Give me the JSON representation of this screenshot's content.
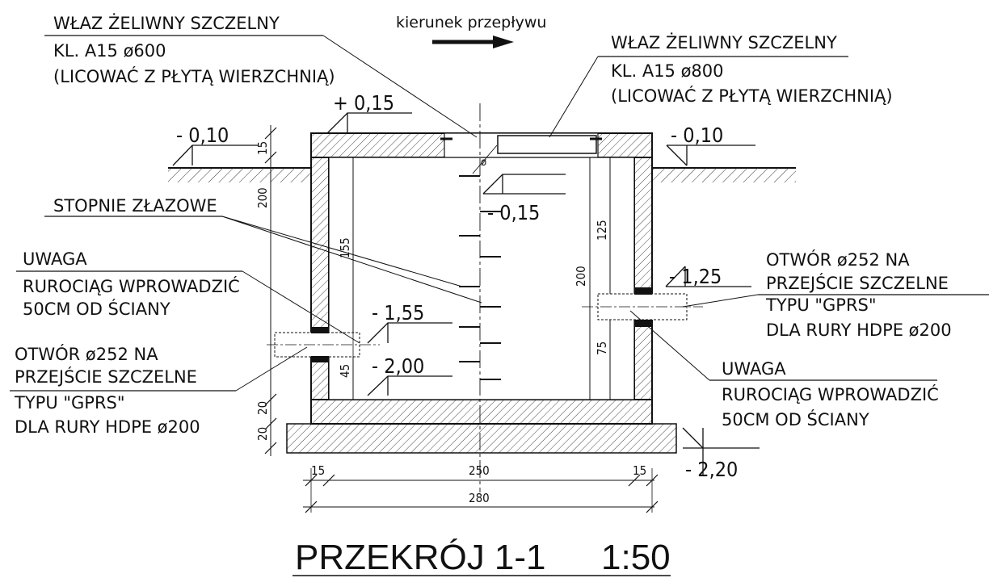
{
  "flow": {
    "label": "kierunek przepływu"
  },
  "notes": {
    "manhole_left": {
      "line1": "WŁAZ ŻELIWNY SZCZELNY",
      "line2": "KL. A15 ø600",
      "line3": "(LICOWAĆ Z PŁYTĄ WIERZCHNIĄ)"
    },
    "manhole_right": {
      "line1": "WŁAZ ŻELIWNY SZCZELNY",
      "line2": "KL. A15 ø800",
      "line3": "(LICOWAĆ Z PŁYTĄ WIERZCHNIĄ)"
    },
    "steps": "STOPNIE ZŁAZOWE",
    "warning_left": {
      "line1": "UWAGA",
      "line2": "RUROCIĄG WPROWADZIĆ",
      "line3": "50CM OD ŚCIANY"
    },
    "warning_right": {
      "line1": "UWAGA",
      "line2": "RUROCIĄG WPROWADZIĆ",
      "line3": "50CM OD ŚCIANY"
    },
    "opening_left": {
      "line1": "OTWÓR ø252 NA",
      "line2": "PRZEJŚCIE SZCZELNE",
      "line3": "TYPU \"GPRS\"",
      "line4": "DLA RURY HDPE ø200"
    },
    "opening_right": {
      "line1": "OTWÓR ø252 NA",
      "line2": "PRZEJŚCIE SZCZELNE",
      "line3": "TYPU \"GPRS\"",
      "line4": "DLA RURY HDPE ø200"
    }
  },
  "levels": {
    "top_slab": "+ 0,15",
    "ground_left": "- 0,10",
    "ground_right": "- 0,10",
    "inside_top": "- 0,15",
    "pipe_in": "- 1,55",
    "pipe_out": "- 1,25",
    "bottom_inner": "- 2,00",
    "foundation": "- 2,20"
  },
  "dimensions": {
    "left_15": "15",
    "left_200": "200",
    "left_20a": "20",
    "left_20b": "20",
    "inner_155": "155",
    "inner_45": "45",
    "inner_200": "200",
    "right_125": "125",
    "right_75": "75",
    "bottom_15_left": "15",
    "bottom_250": "250",
    "bottom_15_right": "15",
    "bottom_280": "280",
    "diameter": "ø"
  },
  "title": {
    "name": "PRZEKRÓJ 1-1",
    "scale": "1:50"
  }
}
